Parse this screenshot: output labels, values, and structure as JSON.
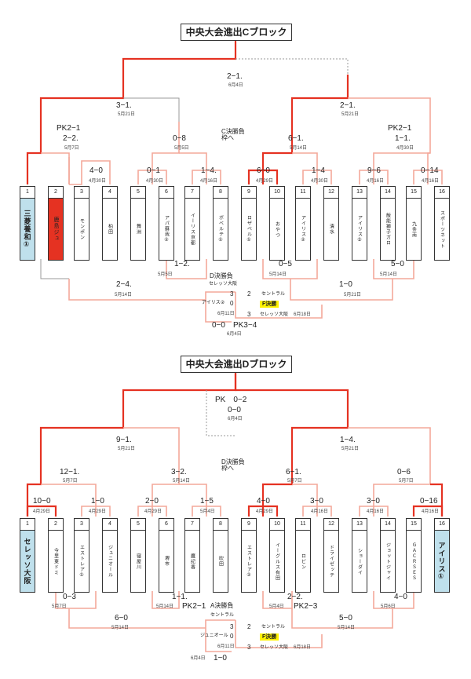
{
  "blockC": {
    "title": "中央大会進出Cブロック",
    "nums": [
      "1",
      "2",
      "3",
      "4",
      "5",
      "6",
      "7",
      "8",
      "9",
      "10",
      "11",
      "12",
      "13",
      "14",
      "15",
      "16"
    ],
    "teams": [
      "三菱養和①",
      "鹿島ジュ",
      "モンポン",
      "柏田",
      "舞洲",
      "アパ蘇我②",
      "イーリス京都",
      "ボベルテ①",
      "ロザベル①",
      "おやつ",
      "アイリス②",
      "清水",
      "アイリス⑤",
      "飯能獅子ガロ",
      "九条南",
      "スポーツネット"
    ],
    "final_title": "F決勝",
    "scores": {
      "top": "2−1.",
      "top_date": "6月4日",
      "sf_l": "3−1.",
      "sf_l_date": "5月21日",
      "sf_r": "2−1.",
      "sf_r_date": "5月21日",
      "q1_pk": "PK2−1",
      "q1": "2−2.",
      "q1_date": "5月7日",
      "q2": "0−8",
      "q2_date": "5月5日",
      "q3": "6−1.",
      "q3_date": "5月14日",
      "q4_pk": "PK2−1",
      "q4": "1−1.",
      "q4_date": "4月30日",
      "r1": "4−0",
      "r1_date": "4月30日",
      "r2": "0−1",
      "r2_date": "4月30日",
      "r3": "1−4.",
      "r3_date": "4月16日",
      "r4": "6−0",
      "r4_date": "4月29日",
      "r5": "1−4",
      "r5_date": "4月30日",
      "r6": "9−6",
      "r6_date": "4月16日",
      "r7": "0−14",
      "r7_date": "4月16日",
      "cons_label": "C決勝負\n枠へ",
      "b1": "1−2.",
      "b1_date": "5月5日",
      "b2": "0−5",
      "b2_date": "5月14日",
      "b3": "5−0",
      "b3_date": "5月14日",
      "b4": "2−4.",
      "b4_date": "5月14日",
      "b5": "1−0",
      "b5_date": "5月21日",
      "d_label": "D決勝負",
      "d_team": "セレッソ大阪",
      "n3a": "3",
      "n2": "2",
      "central": "セントラル",
      "iris": "アイリス②",
      "n0": "0",
      "d_date1": "6月11日",
      "n3b": "3",
      "cerezo": "セレッソ大阪",
      "d_date2": "6月18日",
      "bottom": "0−0　PK3−4",
      "bottom_date": "6月4日"
    }
  },
  "blockD": {
    "title": "中央大会進出Dブロック",
    "nums": [
      "1",
      "2",
      "3",
      "4",
      "5",
      "6",
      "7",
      "8",
      "9",
      "10",
      "11",
      "12",
      "13",
      "14",
      "15",
      "16"
    ],
    "teams": [
      "セレッソ大阪",
      "今里東ドミ",
      "エストレア①",
      "ジュニオール",
      "寝屋川",
      "堺市",
      "鷹記香",
      "吹田",
      "エストレア②",
      "イーグルス有田",
      "ロビン",
      "ドライゼッテ",
      "ショーダイ",
      "ジョットジャイ",
      "ＧＡＣＲＳＥＳ",
      "アイリス①"
    ],
    "final_title": "F決勝",
    "scores": {
      "top_pk": "PK　0−2",
      "top": "0−0",
      "top_date": "6月4日",
      "sf_l": "9−1.",
      "sf_l_date": "5月21日",
      "sf_r": "1−4.",
      "sf_r_date": "5月21日",
      "q1": "12−1.",
      "q1_date": "5月7日",
      "q2": "3−2.",
      "q2_date": "5月14日",
      "q3": "6−1.",
      "q3_date": "5月7日",
      "q4": "0−6",
      "q4_date": "5月7日",
      "r0": "10−0",
      "r0_date": "4月29日",
      "r1": "1−0",
      "r1_date": "4月29日",
      "r2": "2−0",
      "r2_date": "4月29日",
      "r3": "1−5",
      "r3_date": "5月4日",
      "r4": "4−0",
      "r4_date": "4月29日",
      "r5": "3−0",
      "r5_date": "4月16日",
      "r6": "3−0",
      "r6_date": "4月16日",
      "r7": "0−16",
      "r7_date": "4月16日",
      "cons_label": "D決勝負\n枠へ",
      "b1": "0−3",
      "b1_date": "5月7日",
      "b2": "1−1.",
      "b2_date": "5月14日",
      "b2_pk": "PK2−1",
      "a_label": "A決勝負",
      "b3": "2−2.",
      "b3_date": "5月4日",
      "b3_pk": "PK2−3",
      "b4": "4−0",
      "b4_date": "5月6日",
      "b5": "6−0",
      "b5_date": "5月14日",
      "b6": "5−0",
      "b6_date": "5月14日",
      "central_top": "セントラル",
      "n3a": "3",
      "n2": "2",
      "central": "セントラル",
      "junior": "ジュニオール",
      "n0": "0",
      "d_date1": "6月11日",
      "n3b": "3",
      "cerezo": "セレッソ大阪",
      "d_date2": "6月18日",
      "bottom": "1−0",
      "bottom_date": "6月4日"
    }
  },
  "colors": {
    "red": "#e53222",
    "pink": "#f4a89a",
    "gray": "#999999",
    "blue": "#bfe0ec"
  }
}
